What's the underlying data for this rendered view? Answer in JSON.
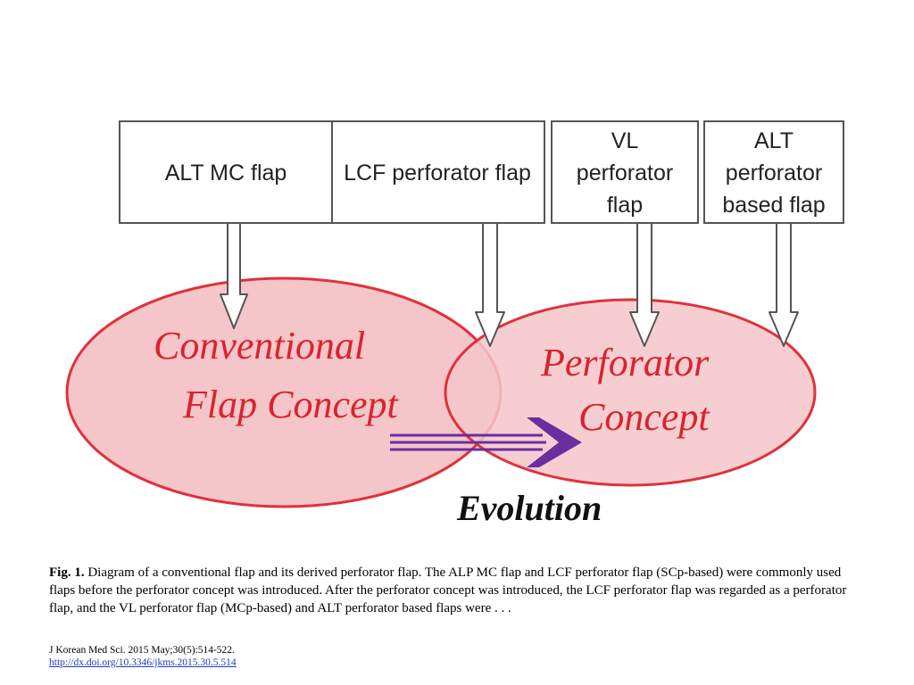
{
  "diagram": {
    "boxes": [
      {
        "lines": [
          "ALT MC flap"
        ]
      },
      {
        "lines": [
          "LCF perforator flap"
        ]
      },
      {
        "lines": [
          "VL",
          "perforator",
          "flap"
        ]
      },
      {
        "lines": [
          "ALT",
          "perforator",
          "based flap"
        ]
      }
    ],
    "conventional": {
      "line1": "Conventional",
      "line2": "Flap Concept"
    },
    "perforator": {
      "line1": "Perforator",
      "line2": "Concept"
    },
    "evolution": "Evolution",
    "colors": {
      "ellipse_fill": "#f4c5c9",
      "ellipse_stroke": "#e0313c",
      "ellipse_text": "#d9232e",
      "evolution_arrow": "#6a2ea0"
    }
  },
  "caption": {
    "label": "Fig. 1.",
    "text": "Diagram of a conventional flap and its derived perforator flap. The ALP MC flap and LCF perforator flap (SCp-based) were commonly used flaps before the perforator concept was introduced. After the perforator concept was introduced, the LCF perforator flap was regarded as a perforator flap, and the VL perforator flap (MCp-based) and ALT perforator based flaps were . . ."
  },
  "citation": {
    "journal": "J Korean Med Sci. 2015 May;30(5):514-522.",
    "doi": "http://dx.doi.org/10.3346/jkms.2015.30.5.514"
  }
}
